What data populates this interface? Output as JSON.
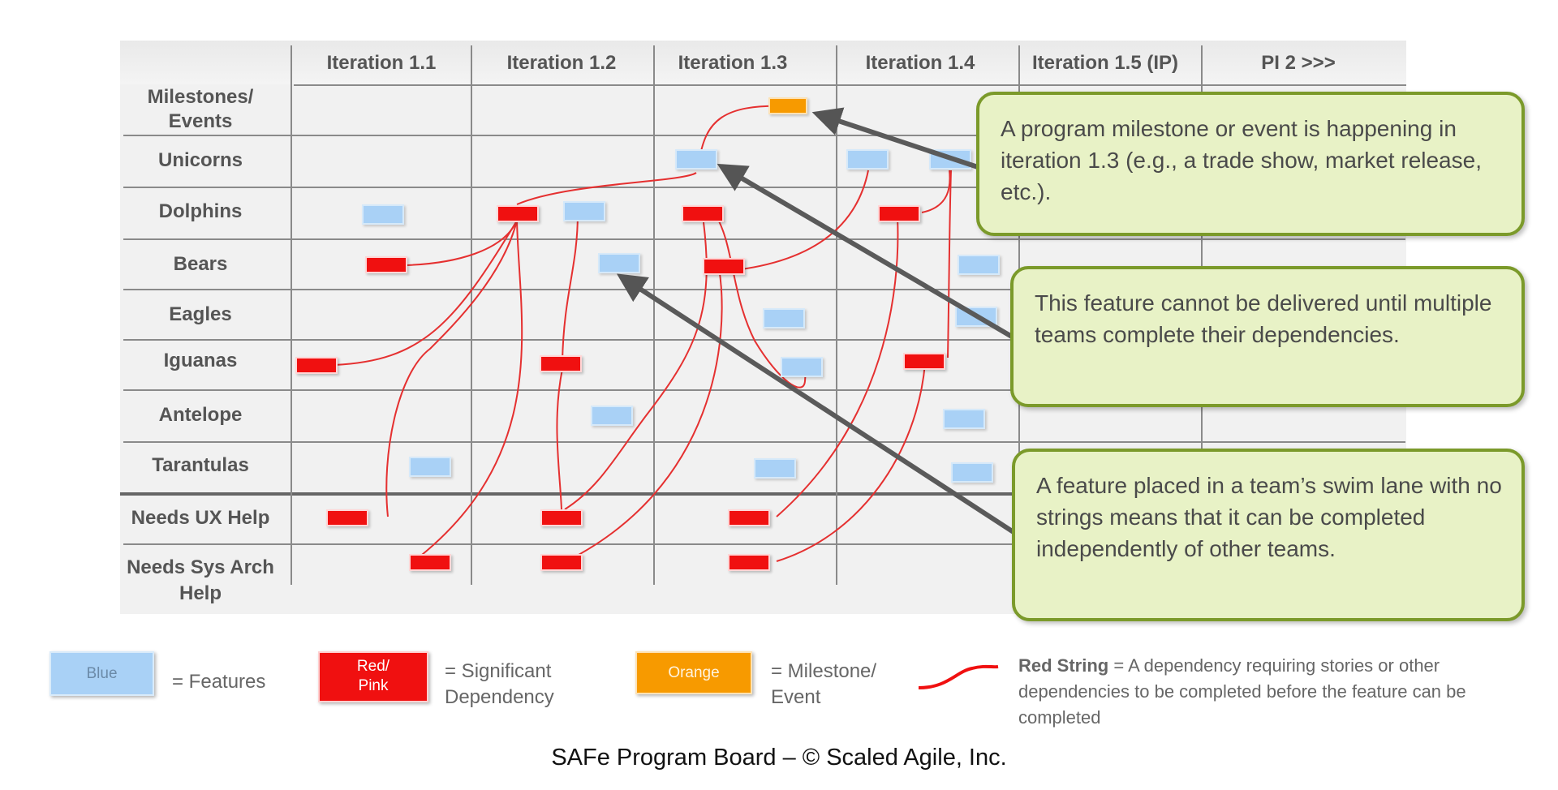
{
  "board": {
    "columns": [
      "Iteration 1.1",
      "Iteration 1.2",
      "Iteration 1.3",
      "Iteration 1.4",
      "Iteration 1.5 (IP)",
      "PI 2 >>>"
    ],
    "rows": [
      "Milestones/ Events",
      "Unicorns",
      "Dolphins",
      "Bears",
      "Eagles",
      "Iguanas",
      "Antelope",
      "Tarantulas",
      "Needs UX Help",
      "Needs Sys Arch Help"
    ]
  },
  "callouts": {
    "milestone": "A program milestone or event is happening in iteration 1.3 (e.g., a trade show, market release, etc.).",
    "multiple": "This feature cannot be delivered until multiple teams complete their dependencies.",
    "nostrings": "A feature placed in a team’s swim lane with no strings means that it can be completed independently of other teams."
  },
  "legend": {
    "blue_swatch": "Blue",
    "blue_text": "= Features",
    "red_swatch": "Red/ Pink",
    "red_text": "= Significant Dependency",
    "orange_swatch": "Orange",
    "orange_text": "= Milestone/ Event",
    "string_term": "Red String",
    "string_text": "= A dependency requiring stories or other dependencies to be completed before the feature can be completed"
  },
  "caption": "SAFe Program Board – © Scaled Agile, Inc.",
  "colors": {
    "feature": "#a9d1f6",
    "dependency": "#f01010",
    "milestone": "#f79a00",
    "string": "#e53030",
    "callout_fill": "#e8f2c6",
    "callout_border": "#7b9a2a"
  }
}
